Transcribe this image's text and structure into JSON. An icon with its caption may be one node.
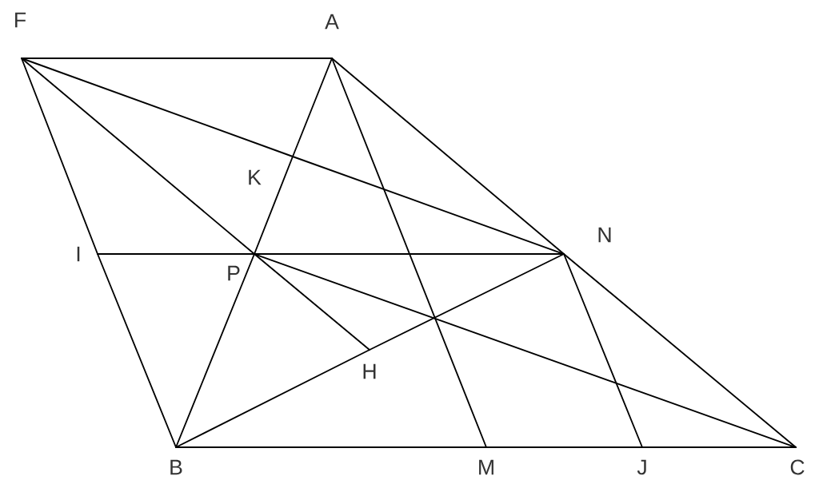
{
  "diagram": {
    "nodes": [
      {
        "text": [
          "F"
        ]
      },
      {
        "text": [
          "A"
        ]
      },
      {
        "text": [
          "K"
        ]
      },
      {
        "text": [
          "N"
        ]
      },
      {
        "text": [
          "I"
        ]
      },
      {
        "text": [
          "P"
        ]
      },
      {
        "text": [
          "H"
        ]
      },
      {
        "text": [
          "B"
        ]
      },
      {
        "text": [
          "M"
        ]
      },
      {
        "text": [
          "J"
        ]
      },
      {
        "text": [
          "C"
        ]
      }
    ],
    "edges": [
      {
        "from": 0,
        "to": 1,
        "arrow": "none"
      },
      {
        "from": 0,
        "to": 4,
        "arrow": "none"
      },
      {
        "from": 4,
        "to": 7,
        "arrow": "none"
      },
      {
        "from": 0,
        "to": 2,
        "arrow": "none"
      },
      {
        "from": 2,
        "to": 3,
        "arrow": "none"
      },
      {
        "from": 0,
        "to": 5,
        "arrow": "none"
      },
      {
        "from": 5,
        "to": 6,
        "arrow": "none"
      },
      {
        "from": 5,
        "to": 10,
        "arrow": "none"
      },
      {
        "from": 1,
        "to": 2,
        "arrow": "none"
      },
      {
        "from": 2,
        "to": 5,
        "arrow": "none"
      },
      {
        "from": 5,
        "to": 7,
        "arrow": "none"
      },
      {
        "from": 1,
        "to": 8,
        "arrow": "none"
      },
      {
        "from": 1,
        "to": 3,
        "arrow": "none"
      },
      {
        "from": 3,
        "to": 10,
        "arrow": "none"
      },
      {
        "from": 4,
        "to": 5,
        "arrow": "none"
      },
      {
        "from": 5,
        "to": 3,
        "arrow": "none"
      },
      {
        "from": 7,
        "to": 6,
        "arrow": "none"
      },
      {
        "from": 6,
        "to": 3,
        "arrow": "none"
      },
      {
        "from": 3,
        "to": 9,
        "arrow": "none"
      },
      {
        "from": 7,
        "to": 8,
        "arrow": "none"
      },
      {
        "from": 8,
        "to": 9,
        "arrow": "none"
      },
      {
        "from": 9,
        "to": 10,
        "arrow": "none"
      }
    ]
  }
}
